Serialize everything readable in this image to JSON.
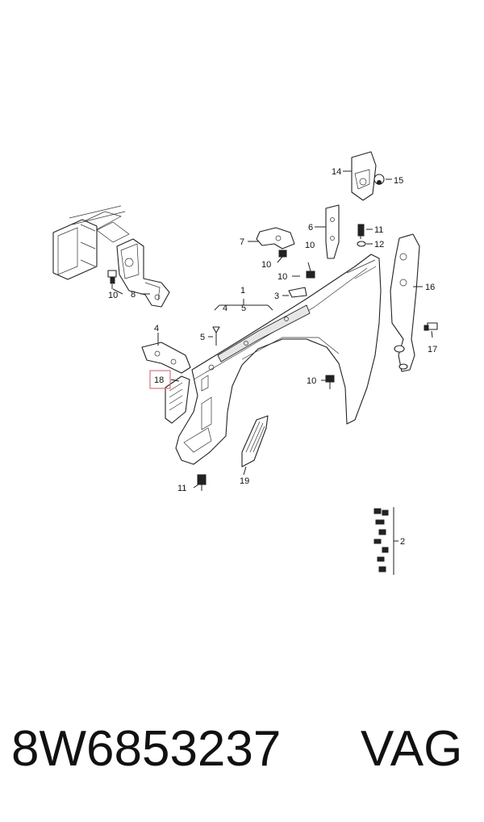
{
  "diagram": {
    "callouts": {
      "c14": "14",
      "c15": "15",
      "c6": "6",
      "c11a": "11",
      "c12": "12",
      "c7": "7",
      "c10a": "10",
      "c10b": "10",
      "c16": "16",
      "c10c": "10",
      "c8": "8",
      "c1": "1",
      "c4a": "4",
      "c5a": "5",
      "c3": "3",
      "c10d": "10",
      "c4b": "4",
      "c5b": "5",
      "c17": "17",
      "c18": "18",
      "c10e": "10",
      "c11b": "11",
      "c19": "19",
      "c2": "2"
    },
    "highlight_color": "#e07080"
  },
  "footer": {
    "part_number": "8W6853237",
    "brand": "VAG"
  }
}
